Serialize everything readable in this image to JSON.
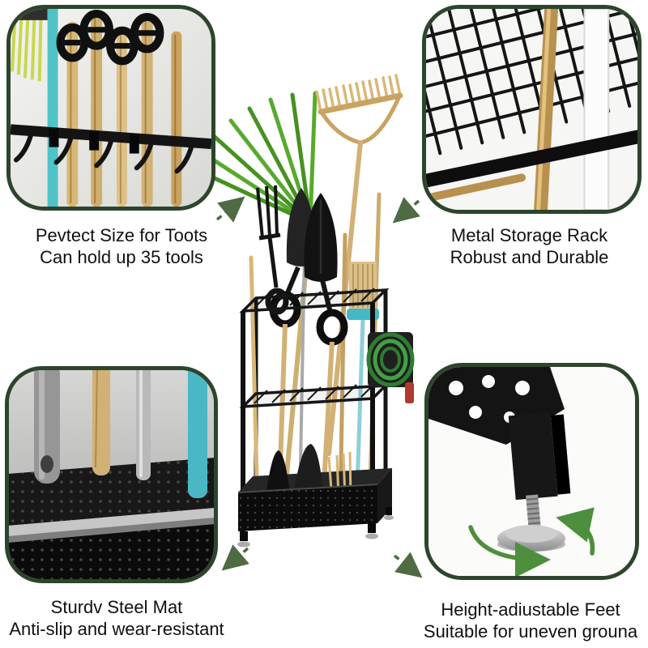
{
  "captions": {
    "top_left": {
      "line1": "Pevtect Size for Toots",
      "line2": "Can hold up 35 tools"
    },
    "top_right": {
      "line1": "Metal Storage Rack",
      "line2": "Robust and Durable"
    },
    "bottom_left": {
      "line1": "Sturdv Steel Mat",
      "line2": "Anti-slip and wear-resistant"
    },
    "bottom_right": {
      "line1": "Height-adiustable Feet",
      "line2": "Suitable for uneven grouna"
    }
  },
  "photos": {
    "center": "garden-tool-storage-rack-with-tools",
    "top_left": "hanging-tool-handles-closeup",
    "top_right": "metal-wire-grid-closeup",
    "bottom_left": "perforated-steel-mat-closeup",
    "bottom_right": "height-adjustable-foot-closeup"
  },
  "colors": {
    "callout_border": "#2c452c",
    "arrow": "#4e6b43",
    "text": "#101010",
    "rake_green": "#57aa2d",
    "wood_tan": "#d8b878",
    "metal_black": "#141414",
    "teal": "#4fc3c7",
    "hose_green": "#2e7d32",
    "silver_foot": "#b9b9b9"
  }
}
